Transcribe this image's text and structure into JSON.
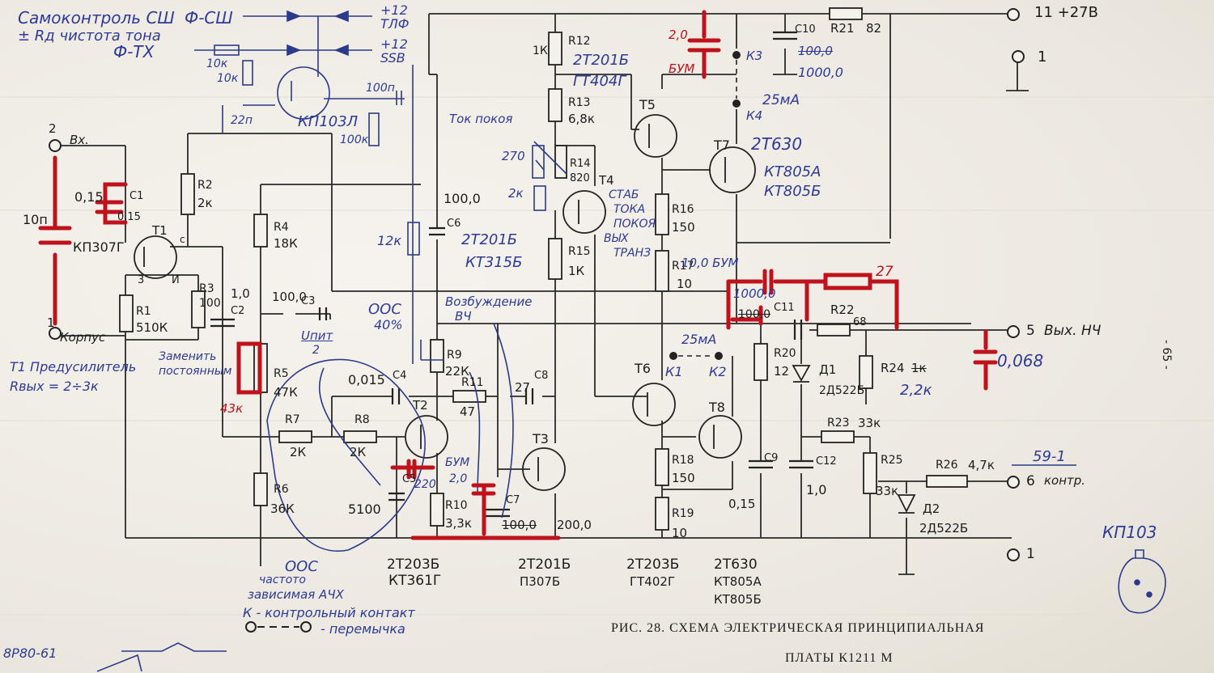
{
  "caption": {
    "line1": "РИС. 28. СХЕМА ЭЛЕКТРИЧЕСКАЯ ПРИНЦИПИАЛЬНАЯ",
    "line2": "ПЛАТЫ К1211 М"
  },
  "page_number": "- 65 -",
  "terminals": {
    "power": "11 +27В",
    "t1_top": "1",
    "input": "2",
    "input_label": "Вх.",
    "ground_left": "1",
    "ground_left_label": "Корпус",
    "output": "5",
    "output_label": "Вых. НЧ",
    "control": "6",
    "control_label": "контр.",
    "ground_right": "1"
  },
  "handwritten_top": [
    "Самоконтроль СШ",
    "Ф-СШ",
    "± Rд чистота тона",
    "Ф-ТХ",
    "+12 ТЛФ",
    "+12 SSB",
    "10к",
    "10к",
    "22п",
    "КП103Л",
    "100п",
    "100к"
  ],
  "components": {
    "C1": "C1",
    "C1_val": "0,15",
    "C1_val2": "0,15",
    "in_cap": "10п",
    "in_fet": "КП307Г",
    "T1": "T1",
    "R1": "R1",
    "R1_val": "510К",
    "R2": "R2",
    "R2_val": "2к",
    "R3": "R3",
    "R3_val": "100",
    "C2": "C2",
    "C2_val": "1,0",
    "R4": "R4",
    "R4_val": "18К",
    "C3": "C3",
    "C3_val": "100,0",
    "R5": "R5",
    "R5_val": "47К",
    "R5_alt": "43к",
    "R6": "R6",
    "R6_val": "36К",
    "R7": "R7",
    "R7_val": "2К",
    "R8": "R8",
    "R8_val": "2К",
    "C4": "C4",
    "C4_val": "0,015",
    "C5": "C5",
    "C5_val": "5100",
    "C5_alt": "220",
    "T2": "T2",
    "T2_types": [
      "2Т203Б",
      "КТ361Г"
    ],
    "R9": "R9",
    "R9_val": "22К",
    "R11": "R11",
    "R11_val": "47",
    "R10": "R10",
    "R10_val": "3,3к",
    "C7": "C7",
    "C7_val": "100,0",
    "C7_alt": "200,0",
    "C8": "C8",
    "C8_val": "27",
    "T3": "T3",
    "T3_types": [
      "2Т201Б",
      "П307Б"
    ],
    "C6": "C6",
    "C6_val": "100,0",
    "C6_r": "12к",
    "T3_note": [
      "2Т201Б",
      "КТ315Б"
    ],
    "R12": "R12",
    "R12_val": "1К",
    "T5_types": [
      "2Т201Б",
      "ГТ404Г"
    ],
    "R13": "R13",
    "R13_val": "6,8к",
    "R14": "R14",
    "R14_val": "820",
    "R14_trim": "270",
    "R14_trim2": "2к",
    "T4": "T4",
    "T4_note": [
      "СТАБ",
      "ТОКА",
      "ПОКОЯ",
      "ВЫХ",
      "ТРАНЗ"
    ],
    "R15": "R15",
    "R15_val": "1К",
    "T5": "T5",
    "R16": "R16",
    "R16_val": "150",
    "R17": "R17",
    "R17_val": "10",
    "T7": "T7",
    "T7_types": [
      "2Т630",
      "КТ805А",
      "КТ805Б"
    ],
    "C10": "C10",
    "C10_val": "100,0",
    "C10_new": "1000,0",
    "R21": "R21",
    "R21_val": "82",
    "C_bum": "2,0",
    "C_bum2": "БУМ",
    "K3": "К3",
    "K4": "К4",
    "I_quiescent": "25мА",
    "C11": "C11",
    "C11_val": "100,0",
    "C11_new": "10,0 БУМ",
    "C11_new2": "1000,0",
    "R22": "R22",
    "R22_val": "68",
    "R22_alt": "27",
    "R20": "R20",
    "R20_val": "12",
    "D1": "Д1",
    "D1_type": "2Д522Б",
    "R24": "R24",
    "R24_val": "1к",
    "R24_new": "2,2к",
    "C_out": "0,068",
    "T6": "T6",
    "T6_types": [
      "2Т203Б",
      "ГТ402Г"
    ],
    "K1": "К1",
    "K2": "К2",
    "I_quiescent2": "25мА",
    "T8": "T8",
    "T8_types": [
      "2Т630",
      "КТ805А",
      "КТ805Б"
    ],
    "R18": "R18",
    "R18_val": "150",
    "R19": "R19",
    "R19_val": "10",
    "C9": "C9",
    "C9_val": "0,15",
    "C12": "C12",
    "C12_val": "1,0",
    "R23": "R23",
    "R23_val": "33к",
    "R25": "R25",
    "R25_val": "33к",
    "R26": "R26",
    "R26_val": "4,7к",
    "D2": "Д2",
    "D2_type": "2Д522Б",
    "ctrl_note": "59-1"
  },
  "annotations": {
    "tok_pokoya": "Ток покоя",
    "oos_40": "ООС",
    "oos_40b": "40%",
    "vozb": "Возбуждение",
    "vozb2": "ВЧ",
    "upit": "Uпит",
    "upit2": "2",
    "zamenit": "Заменить",
    "zamenit2": "постоянным",
    "t1_pre": "T1 Предусилитель",
    "rvyh": "Rвых = 2÷3к",
    "oos_freq": "ООС",
    "oos_freq2": "частото",
    "oos_freq3": "зависимая АЧХ",
    "bum_c7": "БУМ",
    "c7_2": "2,0",
    "legend_k": "К - контрольный контакт",
    "legend_j": "- перемычка",
    "kp103": "КП103",
    "corner_note": "8Р80-61"
  }
}
